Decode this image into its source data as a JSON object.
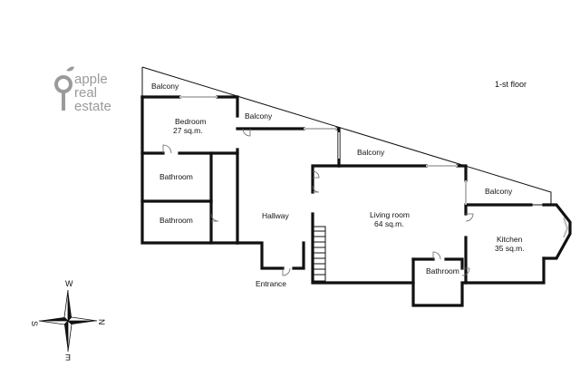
{
  "logo": {
    "line1": "apple",
    "line2": "real",
    "line3": "estate"
  },
  "floor_label": "1-st floor",
  "rooms": {
    "balcony_bedroom": "Balcony",
    "bedroom_name": "Bedroom",
    "bedroom_area": "27 sq.m.",
    "balcony_hall": "Balcony",
    "bathroom_top": "Bathroom",
    "bathroom_bottom": "Bathroom",
    "hallway": "Hallway",
    "balcony_living": "Balcony",
    "living_name": "Living room",
    "living_area": "64 sq.m.",
    "balcony_kitchen": "Balcony",
    "kitchen_name": "Kitchen",
    "kitchen_area": "35 sq.m.",
    "bathroom_living": "Bathroom",
    "entrance": "Entrance"
  },
  "compass": {
    "north": "N",
    "south": "S",
    "west": "W",
    "east": "E"
  }
}
